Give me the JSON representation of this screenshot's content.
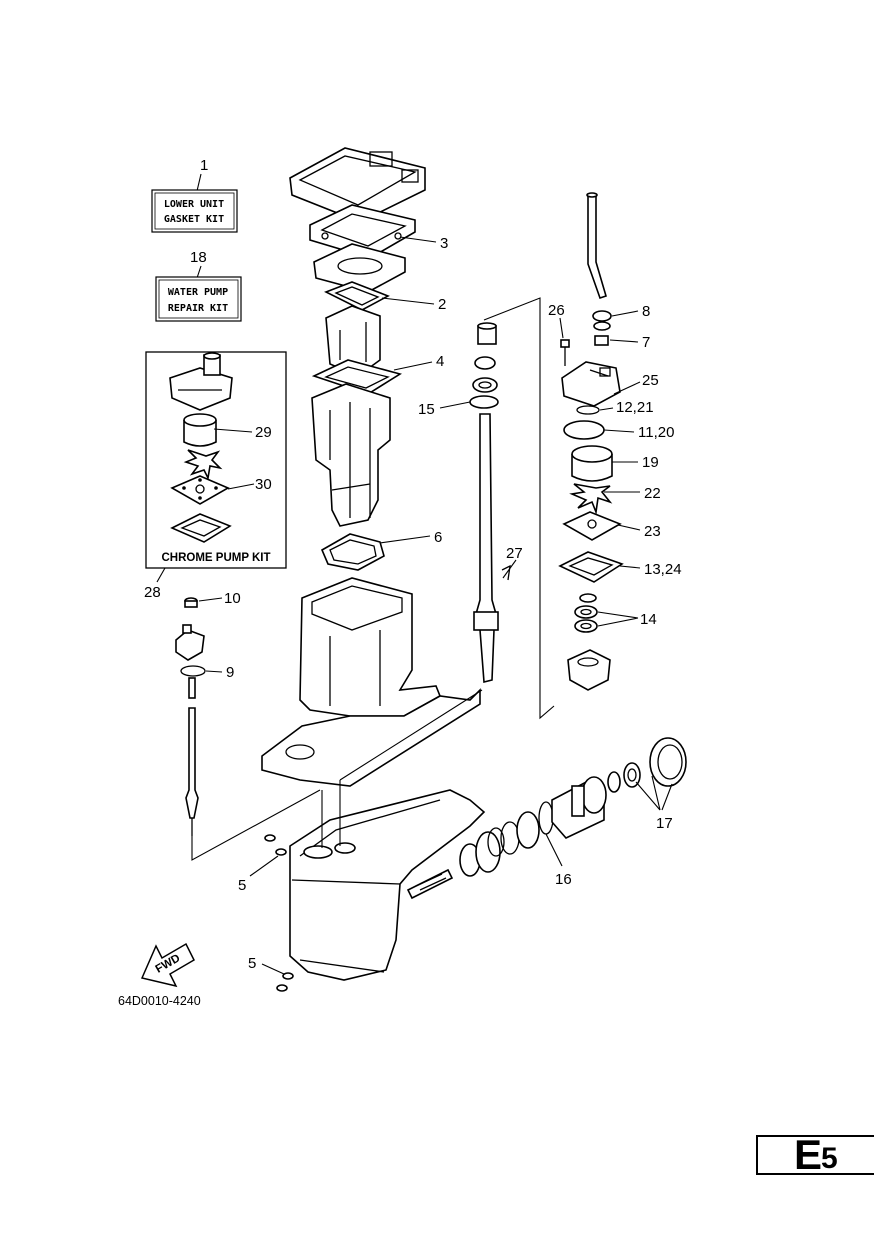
{
  "kits": {
    "lower_unit": {
      "number": "1",
      "line1": "LOWER UNIT",
      "line2": "GASKET KIT"
    },
    "water_pump": {
      "number": "18",
      "line1": "WATER PUMP",
      "line2": "REPAIR KIT"
    },
    "chrome_pump": {
      "number": "28",
      "label": "CHROME PUMP KIT"
    }
  },
  "callouts": {
    "c2": "2",
    "c3": "3",
    "c4": "4",
    "c5a": "5",
    "c5b": "5",
    "c6": "6",
    "c7": "7",
    "c8": "8",
    "c9": "9",
    "c10": "10",
    "c11_20": "11,20",
    "c12_21": "12,21",
    "c13_24": "13,24",
    "c14": "14",
    "c15": "15",
    "c16": "16",
    "c17": "17",
    "c19": "19",
    "c22": "22",
    "c23": "23",
    "c25": "25",
    "c26": "26",
    "c27": "27",
    "c29": "29",
    "c30": "30"
  },
  "fwd_label": "FWD",
  "drawing_code": "64D0010-4240",
  "page_badge": {
    "letter": "E",
    "number": "5"
  }
}
